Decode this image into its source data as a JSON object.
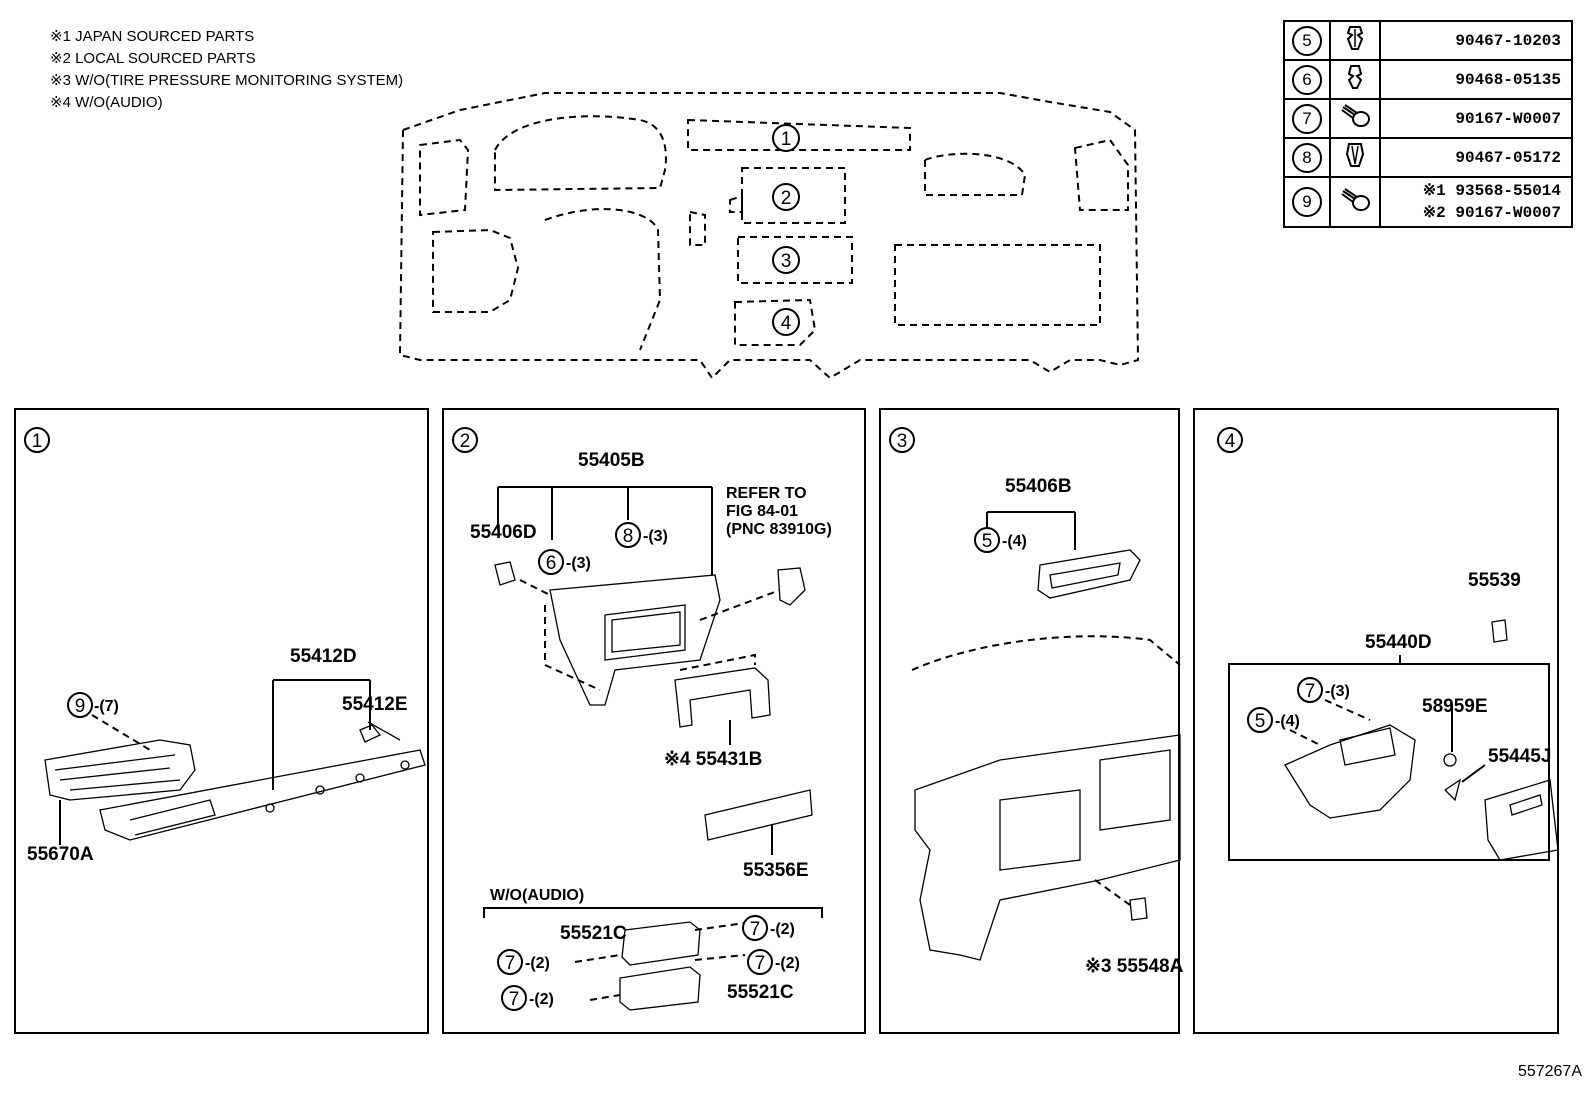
{
  "notes": [
    "※1 JAPAN SOURCED PARTS",
    "※2 LOCAL SOURCED PARTS",
    "※3 W/O(TIRE PRESSURE MONITORING SYSTEM)",
    "※4 W/O(AUDIO)"
  ],
  "legend": [
    {
      "no": "5",
      "icon": "clip-icon",
      "part": "90467-10203"
    },
    {
      "no": "6",
      "icon": "clip-icon",
      "part": "90468-05135"
    },
    {
      "no": "7",
      "icon": "screw-icon",
      "part": "90167-W0007"
    },
    {
      "no": "8",
      "icon": "clip-icon",
      "part": "90467-05172"
    },
    {
      "no": "9",
      "icon": "screw-icon",
      "part": "※1 93568-55014",
      "part2": "※2 90167-W0007"
    }
  ],
  "overview": {
    "areas": [
      "1",
      "2",
      "3",
      "4"
    ]
  },
  "panels": {
    "p1": {
      "no": "1",
      "labels": {
        "a": "55412D",
        "b": "55412E",
        "c": "55670A",
        "screw": "9",
        "screw_qty": "-(7)"
      }
    },
    "p2": {
      "no": "2",
      "labels": {
        "a": "55405B",
        "b": "55406D",
        "clip6": "6",
        "clip6_qty": "-(3)",
        "clip8": "8",
        "clip8_qty": "-(3)",
        "refer1": "REFER TO",
        "refer2": "FIG 84-01",
        "refer3": "(PNC 83910G)",
        "c": "※4 55431B",
        "d": "55356E",
        "wo": "W/O(AUDIO)",
        "e": "55521C",
        "f": "55521C",
        "s7": "7",
        "s7_qty": "-(2)"
      }
    },
    "p3": {
      "no": "3",
      "labels": {
        "a": "55406B",
        "clip5": "5",
        "clip5_qty": "-(4)",
        "b": "※3 55548A"
      }
    },
    "p4": {
      "no": "4",
      "labels": {
        "a": "55539",
        "b": "55440D",
        "s7": "7",
        "s7_qty": "-(3)",
        "c5": "5",
        "c5_qty": "-(4)",
        "c": "58959E",
        "d": "55445J"
      }
    }
  },
  "code": "557267A"
}
